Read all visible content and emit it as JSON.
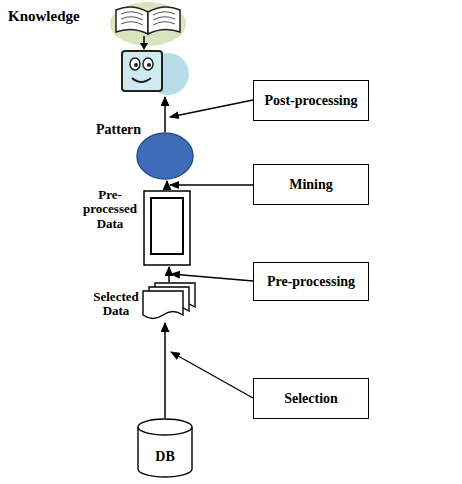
{
  "diagram": {
    "nodes": [
      {
        "text": [
          "Knowledge"
        ]
      },
      {
        "text": [
          "Post-processing"
        ]
      },
      {
        "text": [
          "Pattern"
        ]
      },
      {
        "text": [
          "Mining"
        ]
      },
      {
        "text": [
          "Pre-processed Data"
        ]
      },
      {
        "text": [
          "Pre-processing"
        ]
      },
      {
        "text": [
          "Selected Data"
        ]
      },
      {
        "text": [
          "Selection"
        ]
      },
      {
        "text": [
          "DB"
        ]
      }
    ],
    "edges": [
      {
        "from": 8,
        "to": 6,
        "arrow": "to"
      },
      {
        "from": 6,
        "to": 4,
        "arrow": "to"
      },
      {
        "from": 4,
        "to": 2,
        "arrow": "to"
      },
      {
        "from": 2,
        "to": 0,
        "arrow": "to"
      }
    ]
  }
}
